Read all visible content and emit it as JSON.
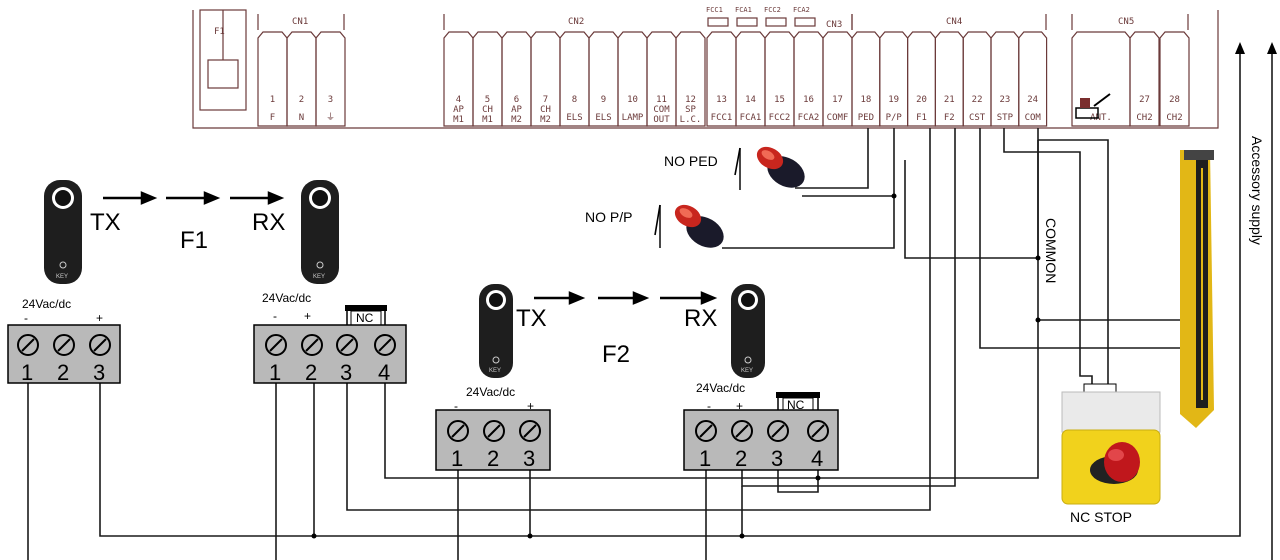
{
  "connectors": {
    "cn1": "CN1",
    "cn2": "CN2",
    "cn3": "CN3",
    "cn4": "CN4",
    "cn5": "CN5",
    "fuse": "F1",
    "fcc_top": [
      "FCC1",
      "FCA1",
      "FCC2",
      "FCA2"
    ]
  },
  "terminals": [
    {
      "n": "1",
      "l1": "F",
      "l2": ""
    },
    {
      "n": "2",
      "l1": "N",
      "l2": ""
    },
    {
      "n": "3",
      "l1": "⏚",
      "l2": ""
    },
    {
      "n": "4",
      "l1": "AP",
      "l2": "M1"
    },
    {
      "n": "5",
      "l1": "CH",
      "l2": "M1"
    },
    {
      "n": "6",
      "l1": "AP",
      "l2": "M2"
    },
    {
      "n": "7",
      "l1": "CH",
      "l2": "M2"
    },
    {
      "n": "8",
      "l1": "ELS",
      "l2": ""
    },
    {
      "n": "9",
      "l1": "ELS",
      "l2": ""
    },
    {
      "n": "10",
      "l1": "LAMP",
      "l2": ""
    },
    {
      "n": "11",
      "l1": "COM",
      "l2": "OUT"
    },
    {
      "n": "12",
      "l1": "SP",
      "l2": "L.C."
    },
    {
      "n": "13",
      "l1": "FCC1",
      "l2": ""
    },
    {
      "n": "14",
      "l1": "FCA1",
      "l2": ""
    },
    {
      "n": "15",
      "l1": "FCC2",
      "l2": ""
    },
    {
      "n": "16",
      "l1": "FCA2",
      "l2": ""
    },
    {
      "n": "17",
      "l1": "COMF",
      "l2": ""
    },
    {
      "n": "18",
      "l1": "PED",
      "l2": ""
    },
    {
      "n": "19",
      "l1": "P/P",
      "l2": ""
    },
    {
      "n": "20",
      "l1": "F1",
      "l2": ""
    },
    {
      "n": "21",
      "l1": "F2",
      "l2": ""
    },
    {
      "n": "22",
      "l1": "CST",
      "l2": ""
    },
    {
      "n": "23",
      "l1": "STP",
      "l2": ""
    },
    {
      "n": "24",
      "l1": "COM",
      "l2": ""
    },
    {
      "n": "",
      "l1": "ANT.",
      "l2": ""
    },
    {
      "n": "27",
      "l1": "CH2",
      "l2": ""
    },
    {
      "n": "28",
      "l1": "CH2",
      "l2": ""
    }
  ],
  "labels": {
    "tx": "TX",
    "rx": "RX",
    "f1": "F1",
    "f2": "F2",
    "supply": "24Vac/dc",
    "minus": "-",
    "plus": "+",
    "nc": "NC",
    "no_ped": "NO PED",
    "no_pp": "NO P/P",
    "common": "COMMON",
    "accessory": "Accessory supply",
    "nc_stop": "NC STOP",
    "key": "KEY",
    "t1": "1",
    "t2": "2",
    "t3": "3",
    "t4": "4"
  }
}
